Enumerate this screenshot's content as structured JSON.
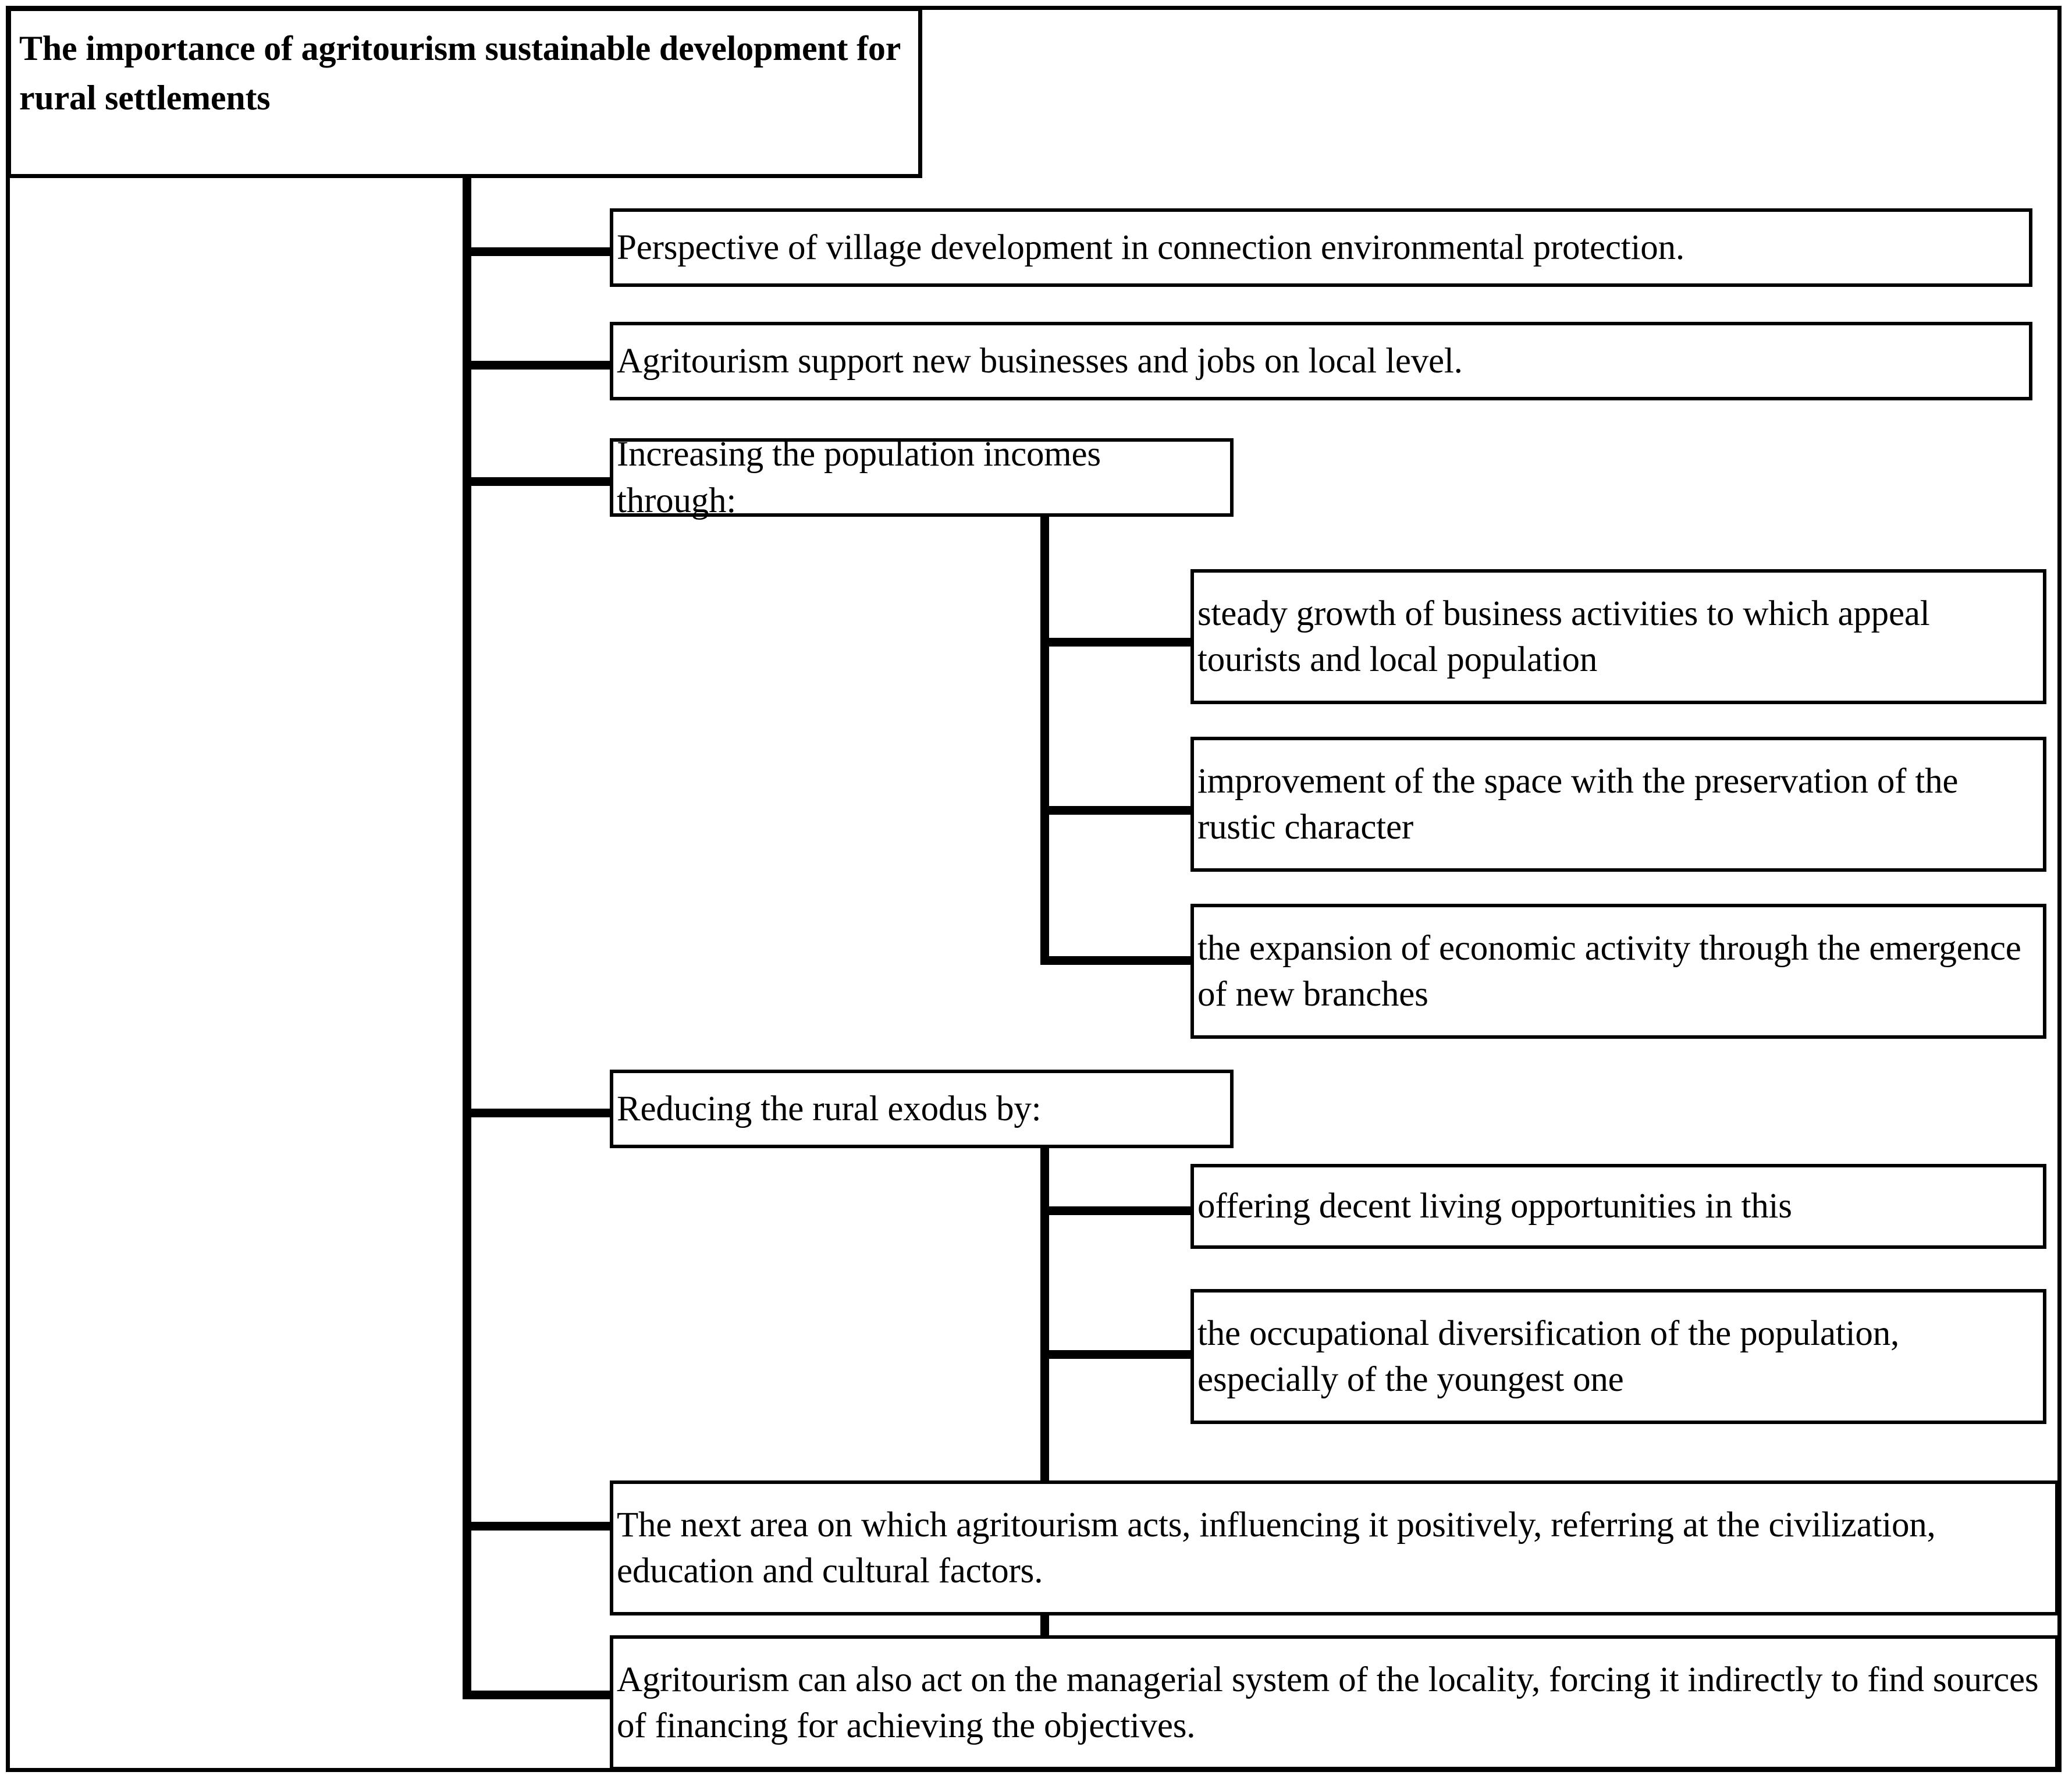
{
  "diagram": {
    "kind": "hierarchy-tree",
    "colors": {
      "line": "#000000",
      "box_border": "#000000",
      "background": "#ffffff",
      "text": "#000000"
    },
    "root": {
      "label": "The importance of agritourism sustainable development for rural settlements",
      "bold": true
    },
    "branches": [
      {
        "id": "b1",
        "label": "Perspective of village development in connection environmental protection.",
        "children": []
      },
      {
        "id": "b2",
        "label": "Agritourism support new businesses and jobs on local level.",
        "children": []
      },
      {
        "id": "b3",
        "label": "Increasing the population incomes through:",
        "children": [
          {
            "id": "b3c1",
            "label": "steady growth of business activities to which appeal tourists and local population"
          },
          {
            "id": "b3c2",
            "label": "improvement of the space with the preservation of the rustic character"
          },
          {
            "id": "b3c3",
            "label": "the expansion of economic activity through the emergence of new branches"
          }
        ]
      },
      {
        "id": "b4",
        "label": "Reducing the rural exodus by:",
        "children": [
          {
            "id": "b4c1",
            "label": "offering decent living opportunities in this"
          },
          {
            "id": "b4c2",
            "label": "the occupational diversification of the population, especially of the youngest one"
          }
        ]
      },
      {
        "id": "b5",
        "label": "The next area on which agritourism acts, influencing it positively, referring at the civilization, education and cultural factors.",
        "children": []
      },
      {
        "id": "b6",
        "label": "Agritourism can also act on the managerial system of the locality, forcing it indirectly to find sources of financing for achieving the objectives.",
        "children": []
      }
    ]
  }
}
